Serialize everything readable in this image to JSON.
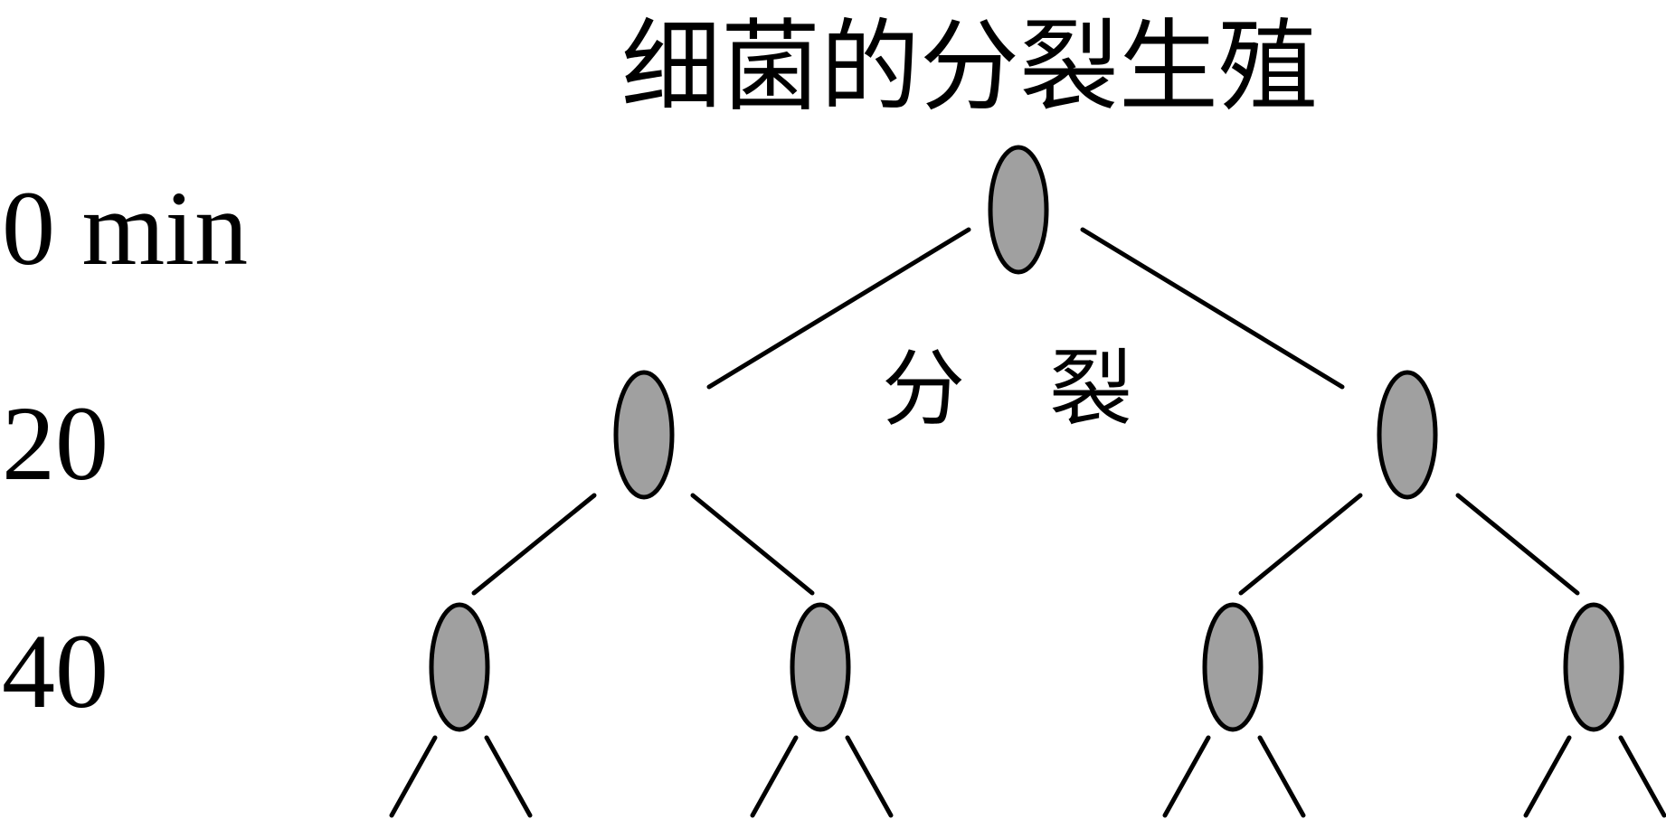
{
  "title": "细菌的分裂生殖",
  "division_label": {
    "left_char": "分",
    "right_char": "裂"
  },
  "time_labels": [
    "0 min",
    "20",
    "40"
  ],
  "colors": {
    "cell_fill": "#a0a0a0",
    "outline": "#000000",
    "text": "#000000",
    "background": "#ffffff"
  },
  "tree": {
    "generations_shown": 3,
    "cells_per_generation": [
      1,
      2,
      4
    ],
    "trailing_branches_per_cell": 2
  }
}
